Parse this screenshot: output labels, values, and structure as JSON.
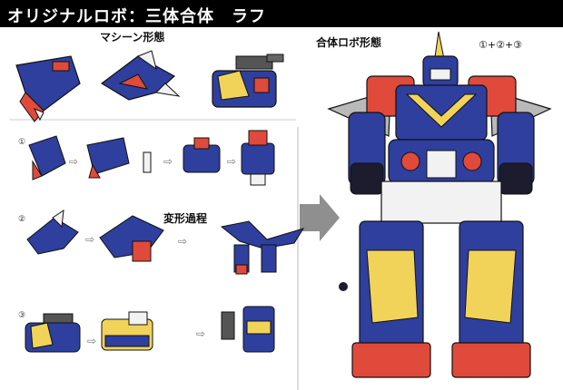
{
  "header": {
    "title": "オリジナルロボ：三体合体　ラフ"
  },
  "sections": {
    "machine_forms": "マシーン形態",
    "transform_process": "変形過程",
    "combined_form": "合体ロボ形態"
  },
  "annotations": {
    "combo_note": "①+②+③",
    "row_markers": [
      "①",
      "②",
      "③"
    ]
  },
  "colors": {
    "blue": "#2f3f9e",
    "red": "#e04a3a",
    "yellow": "#f2d35a",
    "white": "#f2f2f2",
    "grey": "#9a9a9a",
    "dark": "#1c1c2e"
  }
}
